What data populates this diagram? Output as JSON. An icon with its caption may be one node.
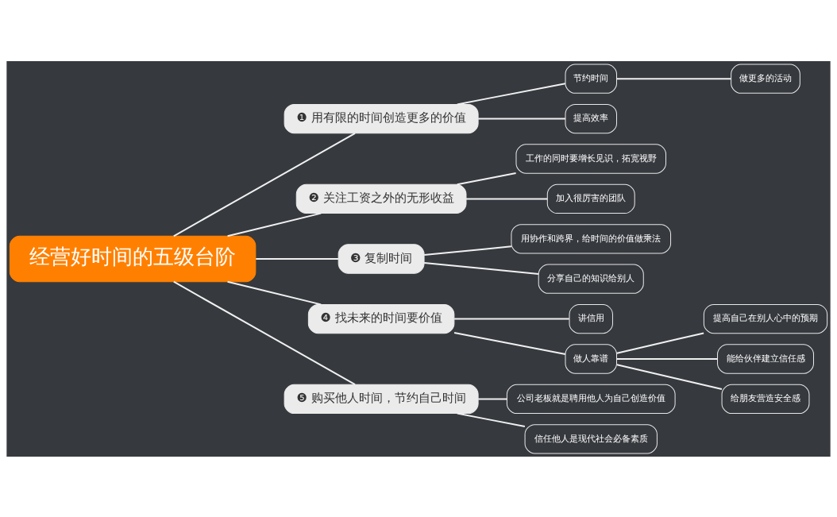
{
  "diagram": {
    "nodes": [
      {
        "text": [
          "经营好时间的五级台阶"
        ]
      },
      {
        "text": [
          "❶ 用有限的时间创造更多的价值"
        ]
      },
      {
        "text": [
          "节约时间"
        ]
      },
      {
        "text": [
          "做更多的活动"
        ]
      },
      {
        "text": [
          "提高效率"
        ]
      },
      {
        "text": [
          "❷ 关注工资之外的无形收益"
        ]
      },
      {
        "text": [
          "工作的同时要增长见识，拓宽视野"
        ]
      },
      {
        "text": [
          "加入很厉害的团队"
        ]
      },
      {
        "text": [
          "❸ 复制时间"
        ]
      },
      {
        "text": [
          "用协作和跨界，给时间的价值做乘法"
        ]
      },
      {
        "text": [
          "分享自己的知识给别人"
        ]
      },
      {
        "text": [
          "❹ 找未来的时间要价值"
        ]
      },
      {
        "text": [
          "讲信用"
        ]
      },
      {
        "text": [
          "做人靠谱"
        ]
      },
      {
        "text": [
          "提高自己在别人心中的预期"
        ]
      },
      {
        "text": [
          "能给伙伴建立信任感"
        ]
      },
      {
        "text": [
          "给朋友营造安全感"
        ]
      },
      {
        "text": [
          "❺ 购买他人时间，节约自己时间"
        ]
      },
      {
        "text": [
          "公司老板就是聘用他人为自己创造价值"
        ]
      },
      {
        "text": [
          "信任他人是现代社会必备素质"
        ]
      }
    ],
    "edges": [
      {
        "from": 0,
        "to": 1,
        "arrow": "none"
      },
      {
        "from": 1,
        "to": 2,
        "arrow": "none"
      },
      {
        "from": 2,
        "to": 3,
        "arrow": "none"
      },
      {
        "from": 1,
        "to": 4,
        "arrow": "none"
      },
      {
        "from": 0,
        "to": 5,
        "arrow": "none"
      },
      {
        "from": 5,
        "to": 6,
        "arrow": "none"
      },
      {
        "from": 5,
        "to": 7,
        "arrow": "none"
      },
      {
        "from": 0,
        "to": 8,
        "arrow": "none"
      },
      {
        "from": 8,
        "to": 9,
        "arrow": "none"
      },
      {
        "from": 8,
        "to": 10,
        "arrow": "none"
      },
      {
        "from": 0,
        "to": 11,
        "arrow": "none"
      },
      {
        "from": 11,
        "to": 12,
        "arrow": "none"
      },
      {
        "from": 11,
        "to": 13,
        "arrow": "none"
      },
      {
        "from": 13,
        "to": 14,
        "arrow": "none"
      },
      {
        "from": 13,
        "to": 15,
        "arrow": "none"
      },
      {
        "from": 13,
        "to": 16,
        "arrow": "none"
      },
      {
        "from": 0,
        "to": 17,
        "arrow": "none"
      },
      {
        "from": 17,
        "to": 18,
        "arrow": "none"
      },
      {
        "from": 17,
        "to": 19,
        "arrow": "none"
      }
    ]
  }
}
